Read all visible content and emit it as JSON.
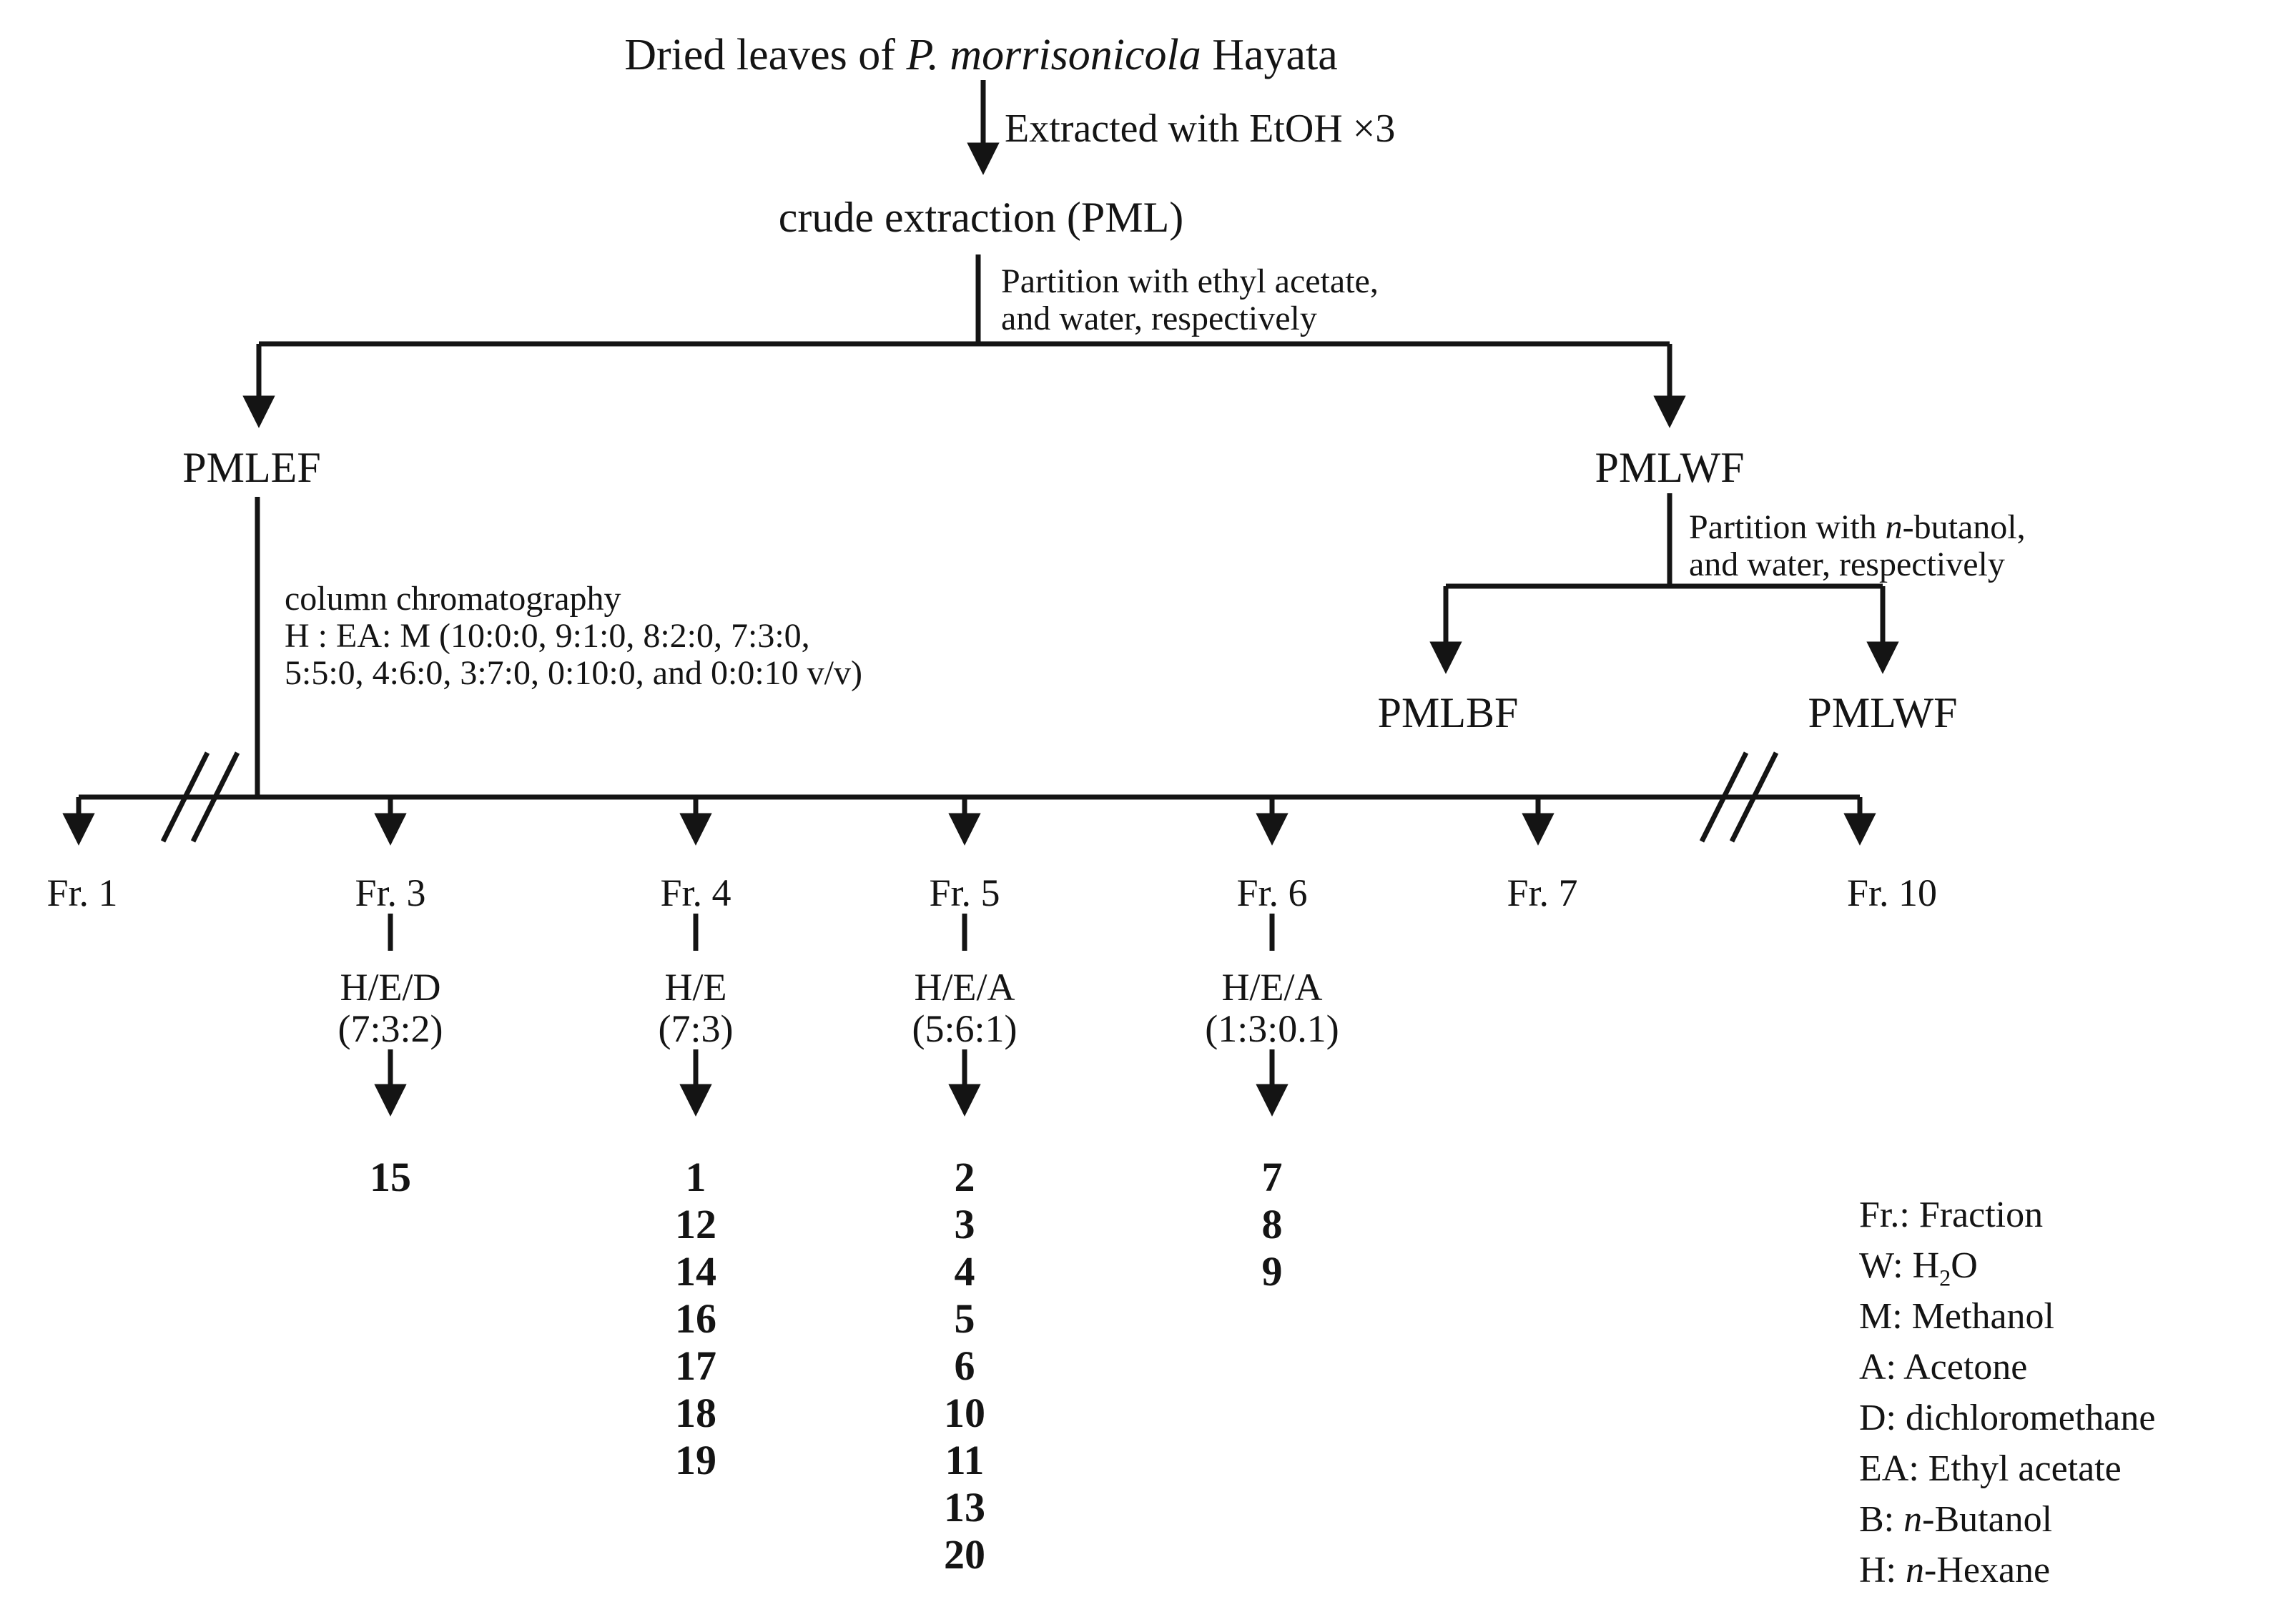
{
  "figure": {
    "type": "extraction-fractionation-flowchart",
    "colors": {
      "background": "#ffffff",
      "ink": "#141414"
    }
  },
  "flow": {
    "source": {
      "prefix": "Dried leaves of ",
      "species": "P. morrisonicola",
      "suffix": " Hayata"
    },
    "extraction_step": "Extracted with EtOH ×3",
    "crude_extract": "crude extraction (PML)",
    "partition_1": {
      "line1": "Partition with ethyl acetate,",
      "line2": "and water, respectively"
    },
    "pmlef": {
      "label": "PMLEF"
    },
    "pmlwf": {
      "label": "PMLWF"
    },
    "column_chromatography": {
      "line1": "column chromatography",
      "line2": "H : EA: M (10:0:0, 9:1:0, 8:2:0, 7:3:0,",
      "line3": "5:5:0, 4:6:0, 3:7:0, 0:10:0, and 0:0:10 v/v)"
    },
    "partition_2": {
      "line1_prefix": "Partition with ",
      "line1_italic": "n",
      "line1_suffix": "-butanol,",
      "line2": "and water, respectively"
    },
    "pmlbf": {
      "label": "PMLBF"
    },
    "pmlwf_2": {
      "label": "PMLWF"
    }
  },
  "fractions": [
    {
      "label": "Fr. 1",
      "eluent": "",
      "ratio": "",
      "compounds": []
    },
    {
      "label": "Fr. 3",
      "eluent": "H/E/D",
      "ratio": "(7:3:2)",
      "compounds": [
        "15"
      ]
    },
    {
      "label": "Fr. 4",
      "eluent": "H/E",
      "ratio": "(7:3)",
      "compounds": [
        "1",
        "12",
        "14",
        "16",
        "17",
        "18",
        "19"
      ]
    },
    {
      "label": "Fr. 5",
      "eluent": "H/E/A",
      "ratio": "(5:6:1)",
      "compounds": [
        "2",
        "3",
        "4",
        "5",
        "6",
        "10",
        "11",
        "13",
        "20"
      ]
    },
    {
      "label": "Fr. 6",
      "eluent": "H/E/A",
      "ratio": "(1:3:0.1)",
      "compounds": [
        "7",
        "8",
        "9"
      ]
    },
    {
      "label": "Fr. 7",
      "eluent": "",
      "ratio": "",
      "compounds": []
    },
    {
      "label": "Fr. 10",
      "eluent": "",
      "ratio": "",
      "compounds": []
    }
  ],
  "legend": {
    "fraction": "Fr.: Fraction",
    "water_prefix": "W: H",
    "water_sub": "2",
    "water_suffix": "O",
    "methanol": "M: Methanol",
    "acetone": "A: Acetone",
    "dichloromethane": "D: dichloromethane",
    "ethyl_acetate": "EA: Ethyl acetate",
    "butanol_prefix": "B: ",
    "butanol_italic": "n",
    "butanol_suffix": "-Butanol",
    "hexane_prefix": "H: ",
    "hexane_italic": "n",
    "hexane_suffix": "-Hexane"
  }
}
